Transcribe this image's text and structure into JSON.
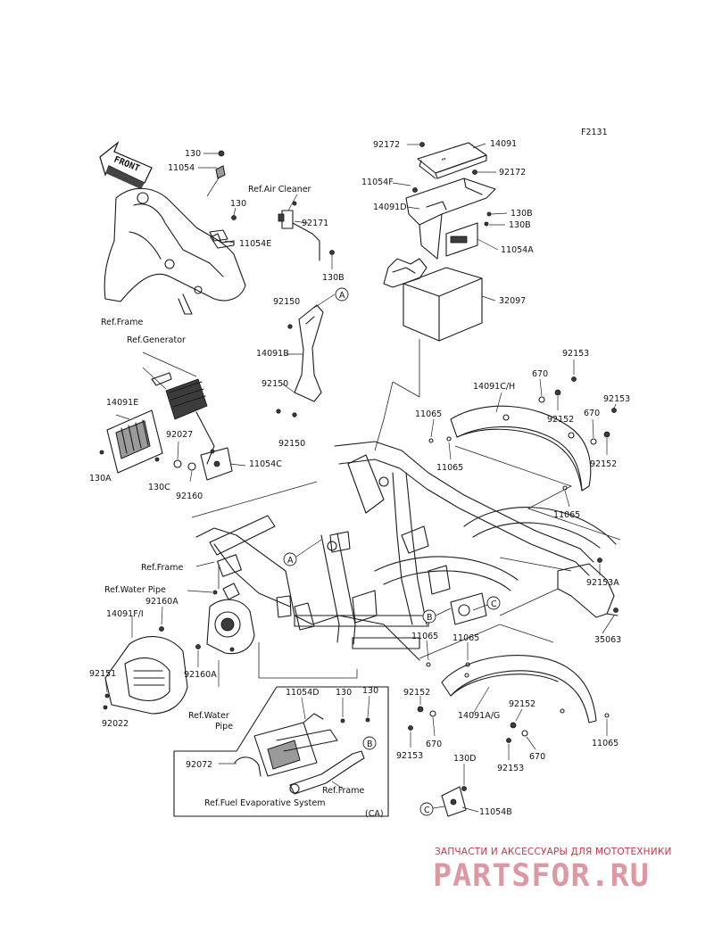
{
  "figure_code": "F2131",
  "front_arrow": "FRONT",
  "part_numbers": {
    "p130_top": "130",
    "p11054": "11054",
    "ref_air_cleaner": "Ref.Air Cleaner",
    "p130_mid": "130",
    "p92171": "92171",
    "p11054E": "11054E",
    "p130B_left": "130B",
    "ref_frame_top": "Ref.Frame",
    "p92172_a": "92172",
    "p14091": "14091",
    "p92172_b": "92172",
    "p11054F": "11054F",
    "p14091D": "14091D",
    "p130B_r1": "130B",
    "p130B_r2": "130B",
    "p11054A": "11054A",
    "p32097": "32097",
    "p92150_a": "92150",
    "p14091B": "14091B",
    "p92150_b": "92150",
    "p92150_c": "92150",
    "ref_generator": "Ref.Generator",
    "p14091E": "14091E",
    "p92027": "92027",
    "p11054C": "11054C",
    "p130A": "130A",
    "p130C": "130C",
    "p92160": "92160",
    "p92153_a": "92153",
    "p670_a": "670",
    "p14091CH": "14091C/H",
    "p92152_a": "92152",
    "p670_b": "670",
    "p92153_b": "92153",
    "p11065_a": "11065",
    "p11065_b": "11065",
    "p92152_b": "92152",
    "p11065_c": "11065",
    "ref_frame_mid": "Ref.Frame",
    "p92153A": "92153A",
    "p35063": "35063",
    "ref_water_pipe_a": "Ref.Water Pipe",
    "p92160A_a": "92160A",
    "p14091FI": "14091F/I",
    "p92151": "92151",
    "p92160A_b": "92160A",
    "p92022": "92022",
    "ref_water_pipe_b_1": "Ref.Water",
    "ref_water_pipe_b_2": "Pipe",
    "p11065_d": "11065",
    "p11065_e": "11065",
    "p92152_c": "92152",
    "p14091AG": "14091A/G",
    "p92152_d": "92152",
    "p92153_c": "92153",
    "p670_c": "670",
    "p670_d": "670",
    "p92153_d": "92153",
    "p11065_f": "11065",
    "p11054D": "11054D",
    "p130_ca1": "130",
    "p130_ca2": "130",
    "p92072": "92072",
    "ref_frame_ca": "Ref.Frame",
    "ref_fuel_evap": "Ref.Fuel Evaporative System",
    "ca_note": "(CA)",
    "p130D": "130D",
    "p11054B": "11054B"
  },
  "ref_circles": [
    "A",
    "A",
    "B",
    "B",
    "C",
    "C"
  ],
  "watermark": {
    "caption": "ЗАПЧАСТИ И АКСЕССУАРЫ ДЛЯ МОТОТЕХНИКИ",
    "logo": "PARTSFOR.RU"
  }
}
